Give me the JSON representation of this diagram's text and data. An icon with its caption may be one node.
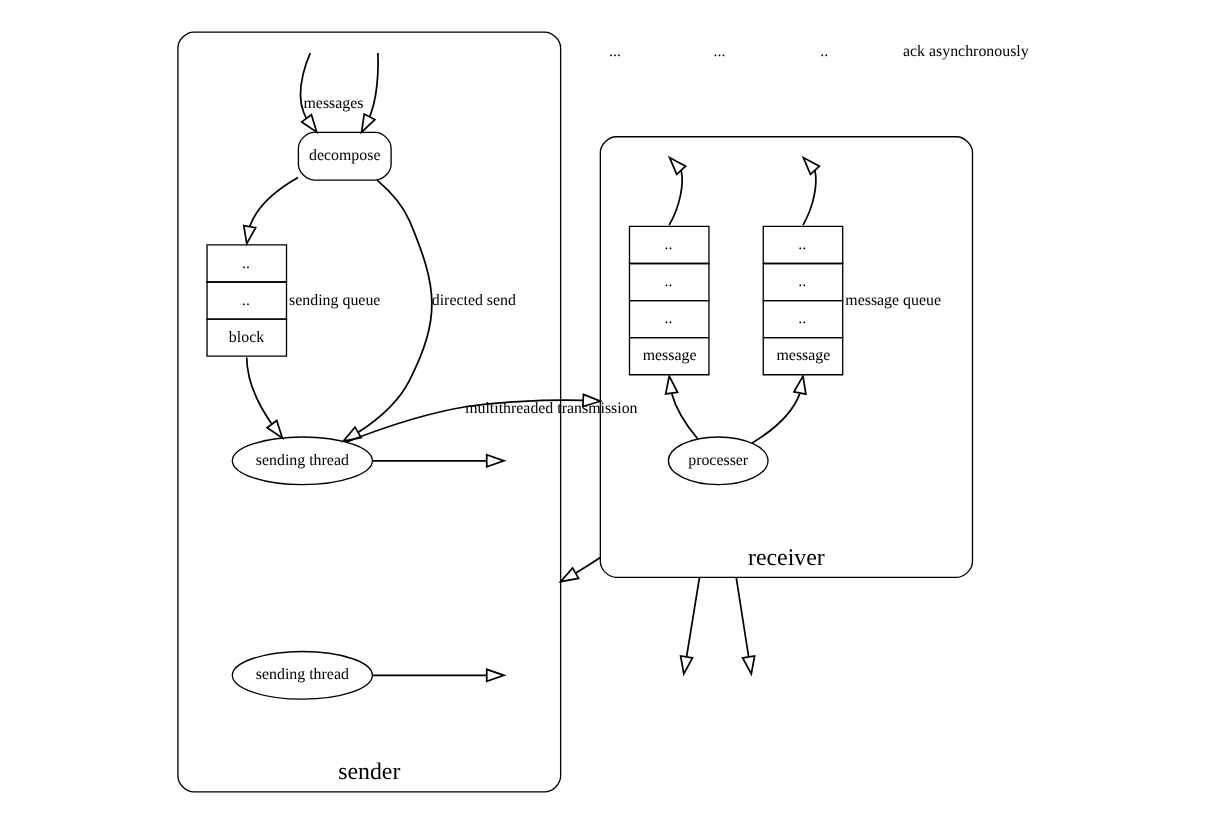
{
  "diagram": {
    "nodes": [
      {
        "text": [
          "sender"
        ]
      },
      {
        "text": [
          "decompose"
        ],
        "in": 0
      },
      {
        "text": [
          "..",
          "..",
          "block"
        ],
        "beside": [
          "sending queue"
        ],
        "in": 0
      },
      {
        "text": [
          "sending thread"
        ],
        "in": 0
      },
      {
        "text": [
          "sending thread"
        ],
        "in": 0
      },
      {
        "text": [
          "receiver"
        ]
      },
      {
        "text": [
          "..",
          "..",
          "..",
          "message"
        ],
        "beside": [
          "message queue"
        ],
        "in": 5
      },
      {
        "text": [
          "..",
          "..",
          "..",
          "message"
        ],
        "in": 5
      },
      {
        "text": [
          "processer"
        ],
        "in": 5
      }
    ],
    "edges": [
      {
        "from": null,
        "to": 1,
        "arrow": "to"
      },
      {
        "from": null,
        "to": 1,
        "arrow": "to",
        "label": "messages"
      },
      {
        "from": 1,
        "to": 2,
        "arrow": "to"
      },
      {
        "from": 1,
        "to": 3,
        "arrow": "to",
        "label": "directed send"
      },
      {
        "from": 2,
        "to": 3,
        "arrow": "to"
      },
      {
        "from": 3,
        "to": 5,
        "arrow": "to",
        "label": "multithreaded transmission"
      },
      {
        "from": 3,
        "to": null,
        "arrow": "to"
      },
      {
        "from": 5,
        "to": 0,
        "arrow": "to"
      },
      {
        "from": 4,
        "to": null,
        "arrow": "to"
      },
      {
        "from": 5,
        "to": null,
        "arrow": "to"
      },
      {
        "from": 5,
        "to": null,
        "arrow": "to"
      },
      {
        "from": 8,
        "to": 6,
        "arrow": "to"
      },
      {
        "from": 8,
        "to": 7,
        "arrow": "to"
      },
      {
        "from": 6,
        "to": null,
        "arrow": "to"
      },
      {
        "from": 7,
        "to": null,
        "arrow": "to"
      }
    ],
    "labels": [
      "...",
      "...",
      "..",
      "ack asynchronously"
    ]
  }
}
